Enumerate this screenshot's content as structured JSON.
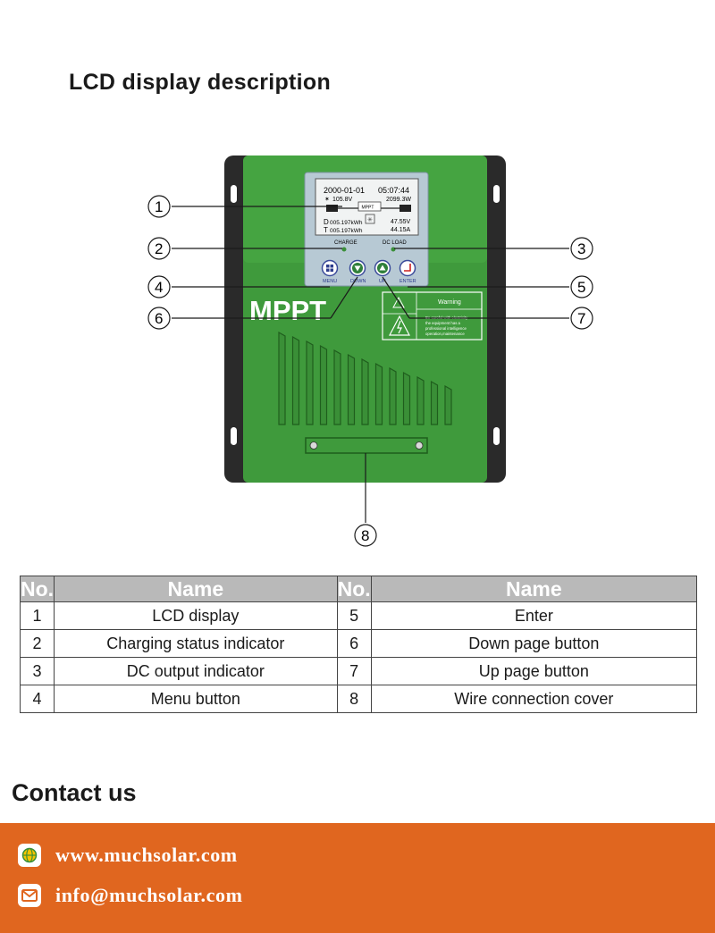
{
  "title": "LCD display description",
  "device": {
    "lcd": {
      "date": "2000-01-01",
      "time": "05:07:44",
      "pv_voltage": "105.8V",
      "power": "2099.3W",
      "center_label": "MPPT",
      "day_energy": "005.197kWh",
      "total_energy": "005.197kWh",
      "day_prefix": "D",
      "total_prefix": "T",
      "battery_voltage": "47.55V",
      "current": "44.15A"
    },
    "indicators": {
      "charge": "CHARGE",
      "dc_load": "DC LOAD"
    },
    "buttons": {
      "menu": "MENU",
      "down": "DOWN",
      "up": "UP",
      "enter": "ENTER"
    },
    "brand": "MPPT",
    "warning": {
      "title": "Warning",
      "text_1": "Be careful with electricity",
      "text_2": "the equipment has a",
      "text_3": "professional intelligence",
      "text_4": "operation,maintenance"
    },
    "callouts": [
      "1",
      "2",
      "3",
      "4",
      "5",
      "6",
      "7",
      "8"
    ]
  },
  "table": {
    "headers": [
      "No.",
      "Name",
      "No.",
      "Name"
    ],
    "rows": [
      [
        "1",
        "LCD display",
        "5",
        "Enter"
      ],
      [
        "2",
        "Charging status indicator",
        "6",
        "Down page button"
      ],
      [
        "3",
        "DC output indicator",
        "7",
        "Up page button"
      ],
      [
        "4",
        "Menu button",
        "8",
        "Wire connection cover"
      ]
    ]
  },
  "contact": {
    "title": "Contact us",
    "website": "www.muchsolar.com",
    "email": "info@muchsolar.com",
    "website_icon": "globe-icon",
    "email_icon": "mail-icon",
    "band_color": "#e0661f"
  }
}
